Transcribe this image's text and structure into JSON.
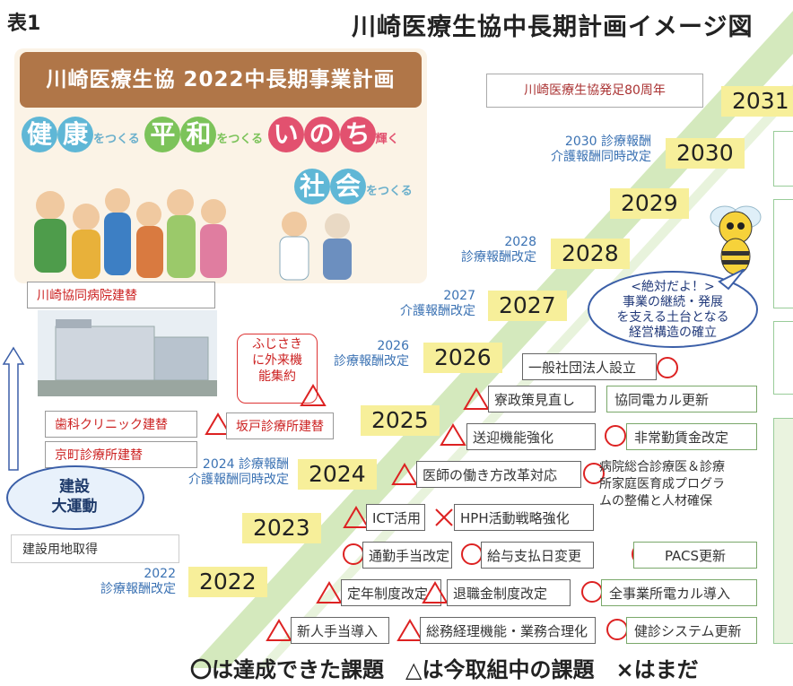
{
  "header": {
    "table_label": "表1",
    "title": "川崎医療生協中長期計画イメージ図"
  },
  "poster": {
    "banner": "川崎医療生協 2022中長期事業計画",
    "slogan": {
      "w1a": "健",
      "w1b": "康",
      "p1": "をつくる",
      "w2a": "平",
      "w2b": "和",
      "p2": "をつくる",
      "w3a": "い",
      "w3b": "の",
      "w3c": "ち",
      "p3": "輝く",
      "w4a": "社",
      "w4b": "会",
      "p4": "をつくる"
    }
  },
  "anniversary": "川崎医療生協発足80周年",
  "years": [
    {
      "year": "2031",
      "note": ""
    },
    {
      "year": "2030",
      "note": "2030 診療報酬\n介護報酬同時改定"
    },
    {
      "year": "2029",
      "note": ""
    },
    {
      "year": "2028",
      "note": "2028\n診療報酬改定"
    },
    {
      "year": "2027",
      "note": "2027\n介護報酬改定"
    },
    {
      "year": "2026",
      "note": "2026\n診療報酬改定"
    },
    {
      "year": "2025",
      "note": ""
    },
    {
      "year": "2024",
      "note": "2024 診療報酬\n介護報酬同時改定"
    },
    {
      "year": "2023",
      "note": ""
    },
    {
      "year": "2022",
      "note": "2022\n診療報酬改定"
    }
  ],
  "bubble": {
    "line1": "<絶対だよ！>",
    "line2": "事業の継続・発展",
    "line3": "を支える土台となる",
    "line4": "経営構造の確立"
  },
  "left": {
    "hospital": "川崎協同病院建替",
    "fujisaki": "ふじさき\nに外来機\n能集約",
    "dental": "歯科クリニック建替",
    "kyomachi": "京町診療所建替",
    "sakado": "坂戸診療所建替",
    "campaign": "建設\n大運動",
    "land": "建設用地取得"
  },
  "tasks": {
    "r2026": "一般社団法人設立",
    "r2025a": "寮政策見直し",
    "r2025b": "協同電カル更新",
    "r2025c": "送迎機能強化",
    "r2025d": "非常勤賃金改定",
    "r2024a": "医師の働き方改革対応",
    "r2024b": "病院総合診療医＆診療\n所家庭医育成プログラ\nムの整備と人材確保",
    "r2023a": "ICT活用",
    "r2023b": "HPH活動戦略強化",
    "r2023c": "通勤手当改定",
    "r2023d": "給与支払日変更",
    "r2023e": "PACS更新",
    "r2022a": "定年制度改定",
    "r2022b": "退職金制度改定",
    "r2022c": "全事業所電カル導入",
    "r2022d": "新人手当導入",
    "r2022e": "総務経理機能・業務合理化",
    "r2022f": "健診システム更新"
  },
  "legend": "〇は達成できた課題　△は今取組中の課題　×はまだ",
  "colors": {
    "year_bg": "#f7ef9a",
    "revision_text": "#3b72b3",
    "diag_green": "#cfe6b4",
    "mark_red": "#d22"
  }
}
